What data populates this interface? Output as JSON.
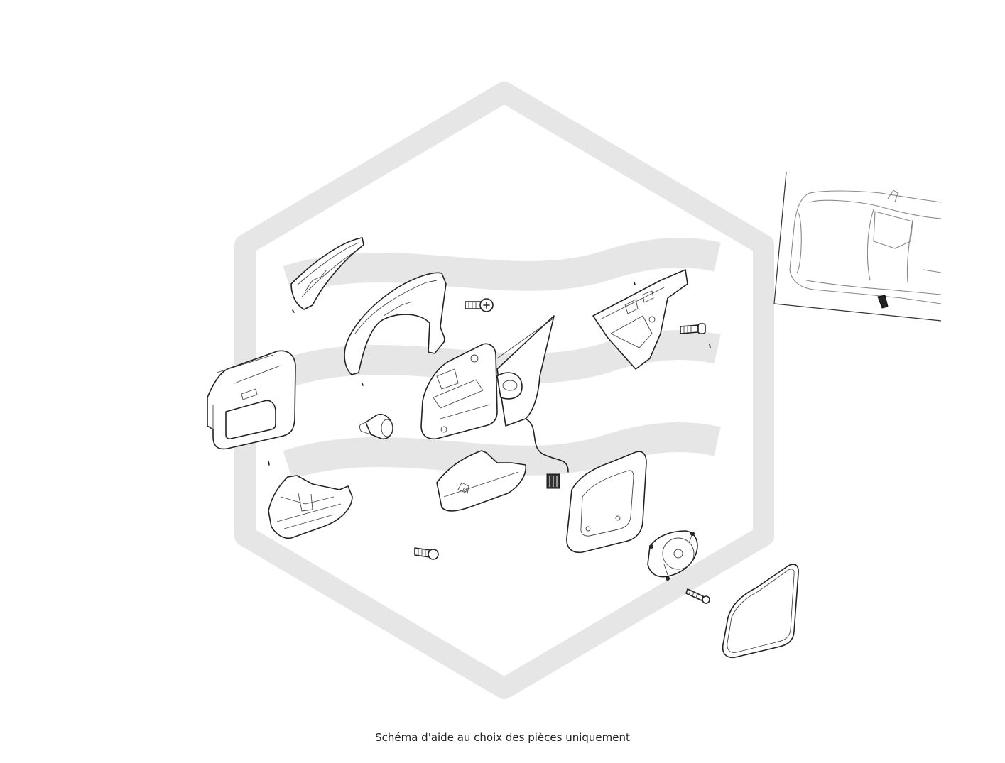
{
  "caption": "Schéma d'aide au choix des pièces uniquement",
  "colors": {
    "background": "#ffffff",
    "line": "#222222",
    "watermark": "#e6e6e6",
    "locator_car": "#888888"
  },
  "parts": [
    {
      "name": "turn-signal-indicator"
    },
    {
      "name": "mirror-cover-upper"
    },
    {
      "name": "mirror-housing-frame"
    },
    {
      "name": "bulb"
    },
    {
      "name": "mirror-base-motor-assembly"
    },
    {
      "name": "mirror-mounting-bracket"
    },
    {
      "name": "mirror-lower-cover"
    },
    {
      "name": "puddle-lamp-housing"
    },
    {
      "name": "glass-frame"
    },
    {
      "name": "adjustment-motor"
    },
    {
      "name": "mirror-glass"
    },
    {
      "name": "screw-1"
    },
    {
      "name": "screw-2"
    },
    {
      "name": "screw-3"
    },
    {
      "name": "screw-4"
    },
    {
      "name": "connector-plug"
    }
  ],
  "locator": {
    "icon": "car-top-view-icon",
    "highlight": "left-mirror"
  }
}
